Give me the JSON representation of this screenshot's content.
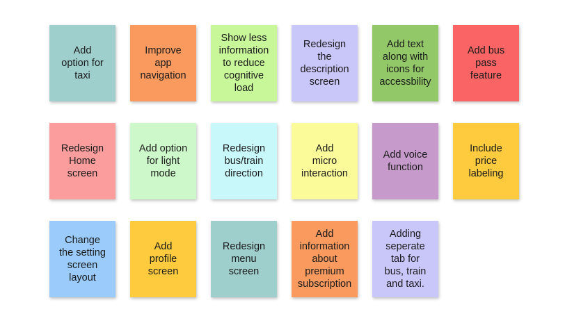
{
  "notes": [
    {
      "text": "Add\noption for\ntaxi",
      "color": "#9ecfcd"
    },
    {
      "text": "Improve\napp\nnavigation",
      "color": "#fb9a5f"
    },
    {
      "text": "Show less\ninformation\nto reduce\ncognitive\nload",
      "color": "#c8f79a"
    },
    {
      "text": "Redesign\nthe\ndescription\nscreen",
      "color": "#c9c6fa"
    },
    {
      "text": "Add text\nalong with\nicons for\naccessbility",
      "color": "#93c868"
    },
    {
      "text": "Add bus\npass\nfeature",
      "color": "#fb6464"
    },
    {
      "text": "Redesign\nHome\nscreen",
      "color": "#fb9d9d"
    },
    {
      "text": "Add option\nfor light\nmode",
      "color": "#cdf9ca"
    },
    {
      "text": "Redesign\nbus/train\ndirection",
      "color": "#c9f8fb"
    },
    {
      "text": "Add\nmicro\ninteraction",
      "color": "#fcfb9a"
    },
    {
      "text": "Add voice\nfunction",
      "color": "#c69acb"
    },
    {
      "text": "Include\nprice\nlabeling",
      "color": "#fecb3e"
    },
    {
      "text": "Change\nthe setting\nscreen\nlayout",
      "color": "#9acbfb"
    },
    {
      "text": "Add\nprofile\nscreen",
      "color": "#fecb3e"
    },
    {
      "text": "Redesign\nmenu\nscreen",
      "color": "#9ecfcd"
    },
    {
      "text": "Add\ninformation\nabout\npremium\nsubscription",
      "color": "#fb9a5f"
    },
    {
      "text": "Adding\nseperate\ntab for\nbus, train\nand taxi.",
      "color": "#c9c6fa"
    }
  ]
}
